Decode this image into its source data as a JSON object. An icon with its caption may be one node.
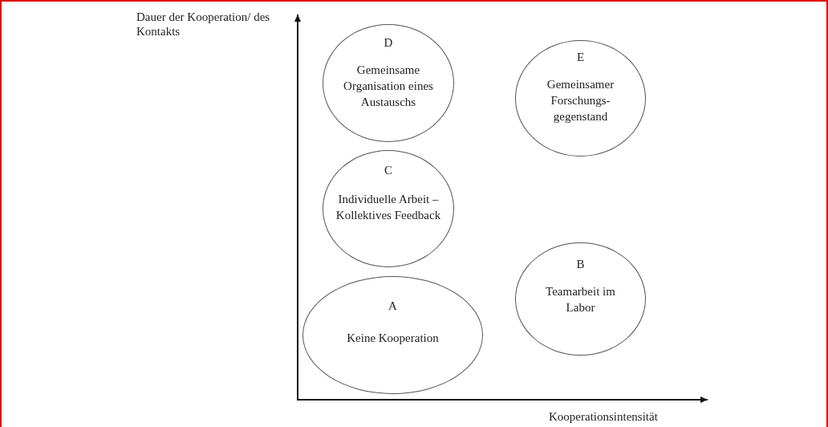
{
  "diagram": {
    "nodes": [
      {
        "text": [
          "D",
          "Gemeinsame Organisation eines Austauschs"
        ]
      },
      {
        "text": [
          "E",
          "Gemeinsamer Forschungs- gegenstand"
        ]
      },
      {
        "text": [
          "C",
          "Individuelle Arbeit – Kollektives Feedback"
        ]
      },
      {
        "text": [
          "B",
          "Teamarbeit im Labor"
        ]
      },
      {
        "text": [
          "A",
          "Keine Kooperation"
        ]
      }
    ],
    "labels": [
      "Dauer der Kooperation/ des Kontakts",
      "Kooperationsintensität"
    ]
  }
}
